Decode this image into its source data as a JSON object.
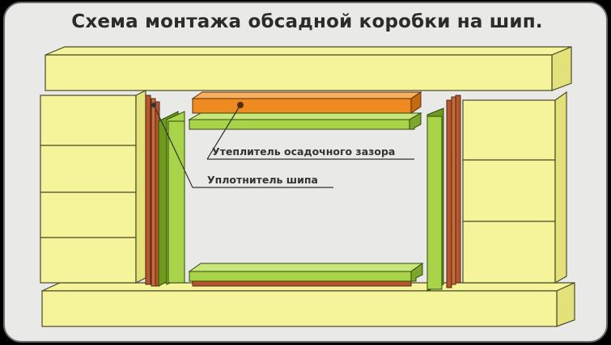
{
  "title": "Схема монтажа обсадной коробки на шип.",
  "labels": {
    "insulation": "Утеплитель осадочного зазора",
    "seal": "Уплотнитель шипа"
  },
  "colors": {
    "log": "#f5f49a",
    "log_stroke": "#4a4a2a",
    "board": "#a9d44a",
    "board_dark": "#6f9a1e",
    "insulation": "#ee8a1f",
    "seal": "#b8552a",
    "background": "#e9e9e8",
    "frame_border": "#6b6b6b"
  }
}
